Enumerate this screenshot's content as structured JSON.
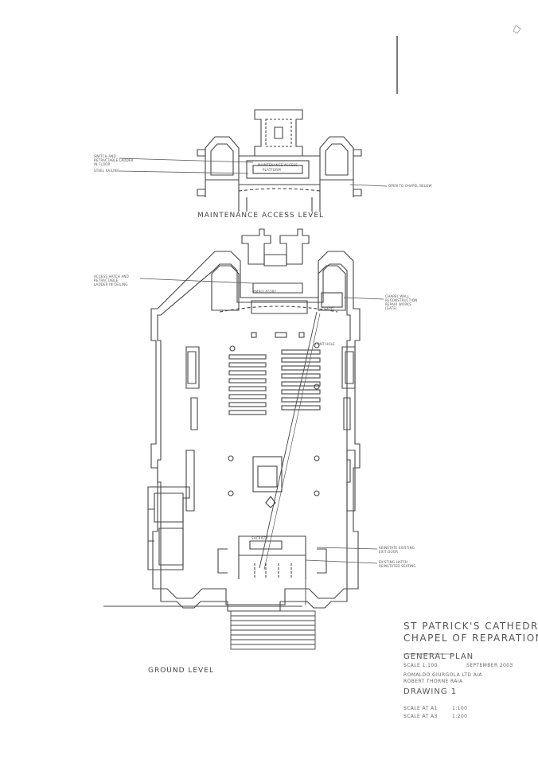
{
  "levels": {
    "maintenance": "MAINTENANCE ACCESS LEVEL",
    "ground": "GROUND LEVEL"
  },
  "callouts_upper": {
    "left_1": "SWITCH AND",
    "left_2": "RETRACTABLE LADDER",
    "left_3": "IN FLOOR",
    "left_4": "STEEL RAILING",
    "center_1": "MAINTENANCE ACCESS",
    "center_2": "PLATFORM",
    "right": "OPEN TO CHAPEL BELOW"
  },
  "callouts_ground": {
    "left_1": "ACCESS HATCH AND",
    "left_2": "RETRACTABLE",
    "left_3": "LADDER IN CEILING",
    "ambulatory": "AMBULATORY",
    "chapel": "CHAPEL",
    "right_1": "CHAPEL WALL",
    "right_2": "RECONSTRUCTION",
    "right_3": "REPAIR WORKS",
    "right_4": "(GATE)",
    "font": "FONT HOLE",
    "sacristy": "SACRISTY",
    "low_right_1": "REINSTATE EXISTING",
    "low_right_2": "EXIT DOOR",
    "low_right_3": "EXISTING HATCH",
    "low_right_4": "REINSTATED SEATING"
  },
  "title_block": {
    "line1": "ST PATRICK'S CATHEDRAL",
    "line2": "CHAPEL OF REPARATION",
    "sheet_title": "GENERAL PLAN",
    "scale": "SCALE 1:100",
    "date": "SEPTEMBER 2003",
    "author1": "ROMALDO GIURGOLA LTD AIA",
    "author2": "ROBERT THORNE RAIA",
    "drawing": "DRAWING 1",
    "note1": "SCALE AT A1",
    "note1_val": "1:100",
    "note2": "SCALE AT A3",
    "note2_val": "1:200"
  }
}
